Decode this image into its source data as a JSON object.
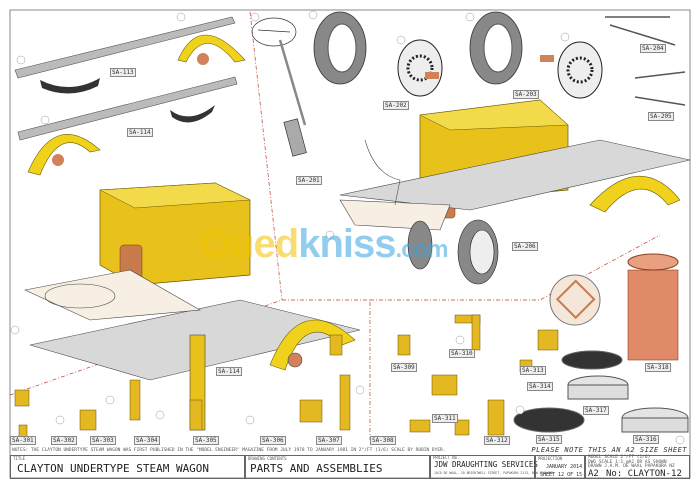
{
  "labels": {
    "sa113": "SA-113",
    "sa114a": "SA-114",
    "sa201": "SA-201",
    "sa202": "SA-202",
    "sa203": "SA-203",
    "sa204": "SA-204",
    "sa205": "SA-205",
    "sa206": "SA-206",
    "sa114b": "SA-114",
    "sa301": "SA-301",
    "sa302": "SA-302",
    "sa303": "SA-303",
    "sa304": "SA-304",
    "sa305": "SA-305",
    "sa306": "SA-306",
    "sa307": "SA-307",
    "sa308": "SA-308",
    "sa309": "SA-309",
    "sa310": "SA-310",
    "sa311": "SA-311",
    "sa312": "SA-312",
    "sa313": "SA-313",
    "sa314": "SA-314",
    "sa315": "SA-315",
    "sa316": "SA-316",
    "sa317": "SA-317",
    "sa318": "SA-318"
  },
  "notes": "NOTES: THE CLAYTON UNDERTYPE STEAM WAGON WAS FIRST PUBLISHED IN THE \"MODEL ENGINEER\" MAGAZINE FROM JULY 1978 TO JANUARY 1981 IN 2\"/FT (1/6) SCALE BY ROBIN DYER.",
  "sheet_note": "PLEASE NOTE THIS AN A2 SIZE SHEET",
  "title_block": {
    "title_caption": "TITLE",
    "title": "CLAYTON UNDERTYPE STEAM WAGON",
    "contents_caption": "DRAWING CONTENTS",
    "contents": "PARTS AND ASSEMBLIES",
    "project_caption": "PROJECT No.",
    "company": "JDW DRAUGHTING SERVICES",
    "address": "JACO DE WAAL, 10 BRIGHTWELL STREET, PAPAKURA 2113, NEW ZEALAND",
    "projection_caption": "PROJECTION",
    "date": "JANUARY 2014",
    "sheet": "SHEET 12 OF 15",
    "model_scale": "MODEL SCALE 2\"/FT (1/6)",
    "dwg_scale": "DWG SCALE 1:1 @A2 OR AS SHOWN",
    "drawn": "DRAWN J.A.M. DE WAAL PAPAKURA NZ",
    "size": "A2",
    "number": "No: CLAYTON-12"
  },
  "watermark": {
    "part1": "Oued",
    "part2": "kniss",
    "part3": ".com"
  },
  "colors": {
    "brass": "#e8c21a",
    "copper": "#d2825a",
    "steel": "#bdbdbd",
    "divider": "#c0392b"
  }
}
